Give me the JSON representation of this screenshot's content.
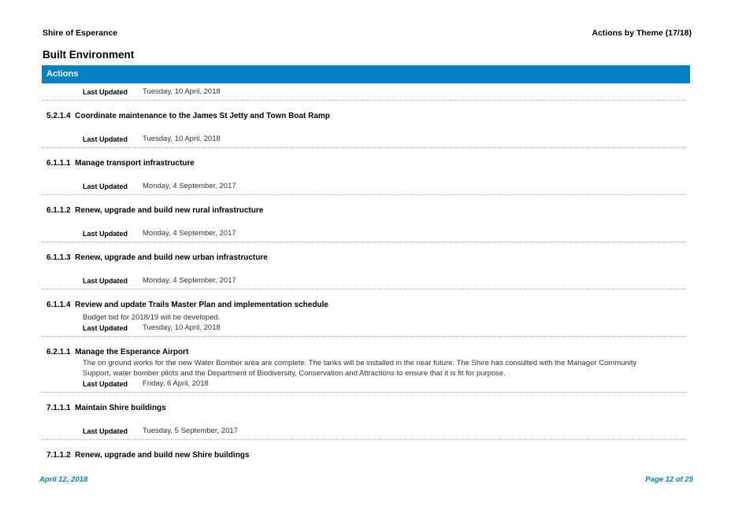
{
  "header": {
    "org": "Shire of Esperance",
    "report": "Actions by Theme  (17/18)"
  },
  "section": "Built Environment",
  "table_header": "Actions",
  "last_updated_label": "Last Updated",
  "first_last_updated": "Tuesday, 10 April, 2018",
  "items": [
    {
      "code": "5.2.1.4",
      "title": "Coordinate maintenance to the James St Jetty and Town Boat Ramp",
      "desc": "",
      "last_updated": "Tuesday, 10 April, 2018"
    },
    {
      "code": "6.1.1.1",
      "title": "Manage transport infrastructure",
      "desc": "",
      "last_updated": "Monday, 4 September, 2017"
    },
    {
      "code": "6.1.1.2",
      "title": "Renew, upgrade and build new rural infrastructure",
      "desc": "",
      "last_updated": "Monday, 4 September, 2017"
    },
    {
      "code": "6.1.1.3",
      "title": "Renew, upgrade and build new urban infrastructure",
      "desc": "",
      "last_updated": "Monday, 4 September, 2017"
    },
    {
      "code": "6.1.1.4",
      "title": "Review and update Trails Master Plan and implementation schedule",
      "desc": "Budget bid for 2018/19 will be developed.",
      "last_updated": "Tuesday, 10 April, 2018"
    },
    {
      "code": "6.2.1.1",
      "title": "Manage the Esperance Airport",
      "desc": "The on ground works for the new Water Bomber area are complete.  The tanks will be installed in the near future.  The Shire has consulted with the Manager Community Support, water bomber pilots and the Department of Biodiversity, Conservation and Attractions to ensure that it is fit for purpose.",
      "last_updated": "Friday, 6 April, 2018"
    },
    {
      "code": "7.1.1.1",
      "title": "Maintain Shire buildings",
      "desc": "",
      "last_updated": "Tuesday, 5 September, 2017"
    }
  ],
  "last_item": {
    "code": "7.1.1.2",
    "title": "Renew, upgrade and build new Shire buildings"
  },
  "footer": {
    "date": "April 12, 2018",
    "page": "Page 12 of 25"
  }
}
